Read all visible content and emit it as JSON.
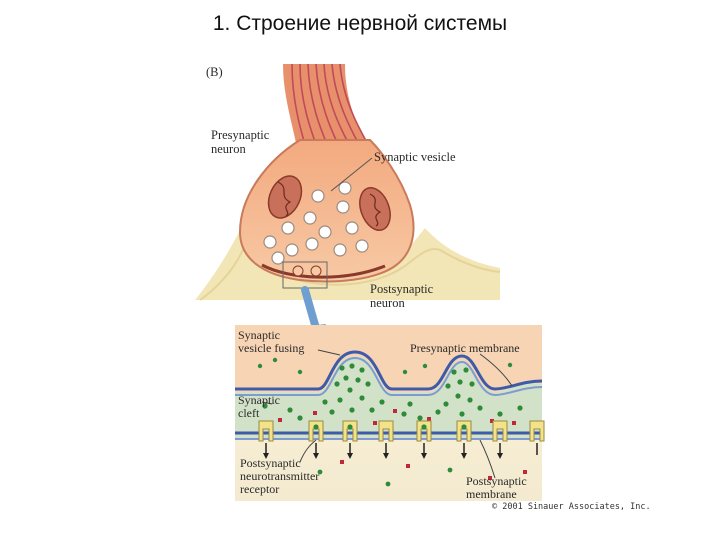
{
  "slide": {
    "title": "1. Строение нервной системы"
  },
  "figure": {
    "panel_label": "(B)",
    "labels": {
      "presynaptic_neuron": [
        "Presynaptic",
        "neuron"
      ],
      "synaptic_vesicle": "Synaptic vesicle",
      "postsynaptic_neuron": [
        "Postsynaptic",
        "neuron"
      ],
      "synaptic_vesicle_fusing": [
        "Synaptic",
        "vesicle fusing"
      ],
      "presynaptic_membrane": "Presynaptic membrane",
      "synaptic_cleft": [
        "Synaptic",
        "cleft"
      ],
      "postsynaptic_receptor": [
        "Postsynaptic",
        "neurotransmitter",
        "receptor"
      ],
      "postsynaptic_membrane": [
        "Postsynaptic",
        "membrane"
      ]
    },
    "copyright": "© 2001 Sinauer Associates, Inc.",
    "colors": {
      "axon": "#e8906c",
      "terminal": "#f0b48c",
      "postsynaptic": "#f0e6bc",
      "cleft": "#cfe0c6",
      "membrane": "#5a6fb0",
      "transmitter_green": "#2e8b3a",
      "transmitter_red": "#c0283a",
      "receptor": "#f4e28a",
      "mitochondria": "#b06050"
    }
  }
}
